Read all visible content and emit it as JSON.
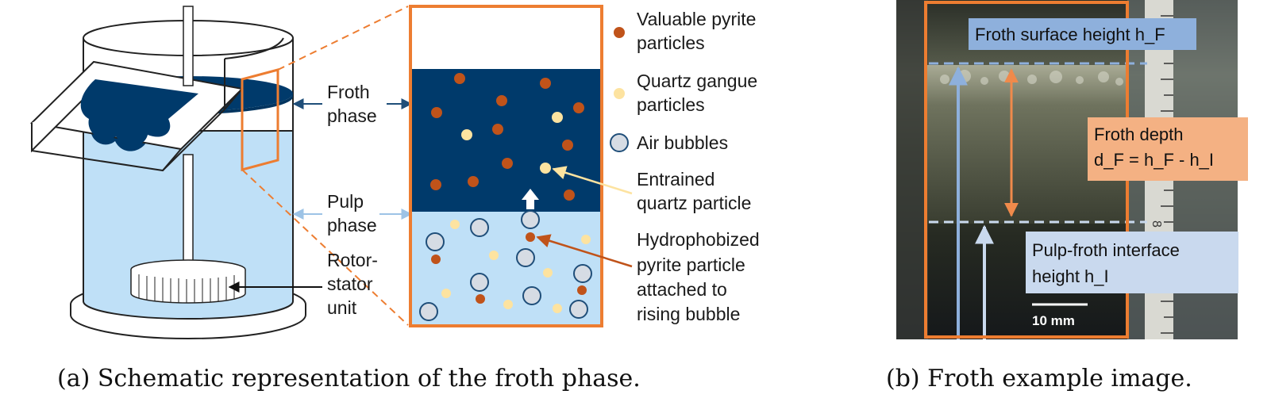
{
  "panel_a": {
    "caption": "(a) Schematic representation of the froth phase.",
    "labels": {
      "froth_phase": [
        "Froth",
        "phase"
      ],
      "pulp_phase": [
        "Pulp",
        "phase"
      ],
      "rotor_stator": [
        "Rotor-",
        "stator",
        "unit"
      ]
    },
    "legend": {
      "valuable": [
        "Valuable pyrite",
        "particles"
      ],
      "quartz": [
        "Quartz gangue",
        "particles"
      ],
      "air": "Air bubbles",
      "entrained": [
        "Entrained",
        "quartz particle"
      ],
      "hydrophobized": [
        "Hydrophobized",
        "pyrite particle",
        "attached to",
        "rising bubble"
      ]
    }
  },
  "panel_b": {
    "caption": "(b) Froth example image.",
    "froth_surface": "Froth surface height h_F",
    "froth_depth": [
      "Froth depth",
      "d_F = h_F - h_I"
    ],
    "interface": [
      "Pulp-froth interface",
      "height h_I"
    ],
    "scale": "10 mm",
    "ruler_mark": "8"
  },
  "colors": {
    "froth": "#003a6b",
    "pulp": "#bfe0f7",
    "pyrite": "#c0531a",
    "quartz": "#fde3a0",
    "orange": "#ed7d31",
    "photo_blue": "#8eb0dc",
    "photo_orange": "#f4b183",
    "photo_lightblue": "#c9d9ee"
  }
}
